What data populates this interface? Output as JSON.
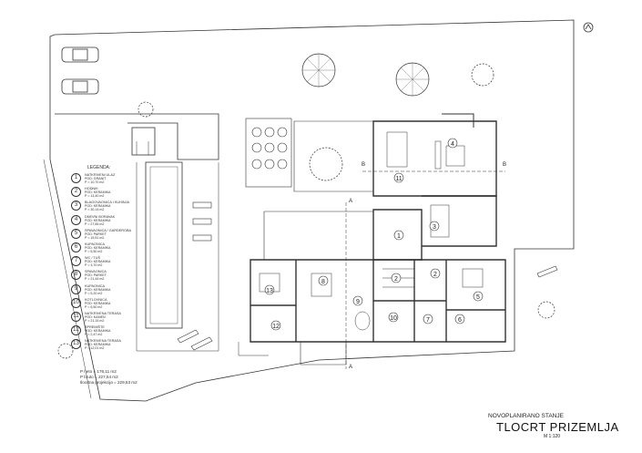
{
  "legend": {
    "title": "LEGENDA:",
    "items": [
      {
        "num": "1",
        "name": "NATKRIVENI ULAZ",
        "floor": "POD: GRANIT",
        "area": "P = 10,70 m2"
      },
      {
        "num": "2",
        "name": "HODNIK",
        "floor": "POD: KERAMIKA",
        "area": "P = 13,40 m2"
      },
      {
        "num": "3",
        "name": "BLAGOVAONICA I KUHINJA",
        "floor": "POD: KERAMIKA",
        "area": "P = 30,14 m2"
      },
      {
        "num": "4",
        "name": "DNEVNI BORAVAK",
        "floor": "POD: KERAMIKA",
        "area": "P = 27,85 m2"
      },
      {
        "num": "5",
        "name": "SPAVAONICA / GARDEROBA",
        "floor": "POD: PARKET",
        "area": "P = 15,51 m2"
      },
      {
        "num": "6",
        "name": "KUPAONICA",
        "floor": "POD: KERAMIKA",
        "area": "P = 5,50 m2"
      },
      {
        "num": "7",
        "name": "WC / TUŠ",
        "floor": "POD: KERAMIKA",
        "area": "P = 3,70 m2"
      },
      {
        "num": "8",
        "name": "SPAVAONICA",
        "floor": "POD: PARKET",
        "area": "P = 21,44 m2"
      },
      {
        "num": "9",
        "name": "KUPAONICA",
        "floor": "POD: KERAMIKA",
        "area": "P = 5,20 m2"
      },
      {
        "num": "10",
        "name": "KOTLOVNICA",
        "floor": "POD: KERAMIKA",
        "area": "P = 5,50 m2"
      },
      {
        "num": "11",
        "name": "NATKRIVENA TERASA",
        "floor": "POD: KAMEN",
        "area": "P = 21,15 m2"
      },
      {
        "num": "12",
        "name": "SPREMIŠTE",
        "floor": "POD: KERAMIKA",
        "area": "P = 2,47 m2"
      },
      {
        "num": "13",
        "name": "NATKRIVENA TERASA",
        "floor": "POD: KERAMIKA",
        "area": "P = 12,01 m2"
      }
    ]
  },
  "totals": {
    "net": "P neto   = 176,11 m2",
    "gross": "P bruto  = 227,54 m2",
    "projection": "tlocrtna projekcija  = 229,53 m2"
  },
  "title_block": {
    "subtitle": "NOVOPLANIRANO STANJE",
    "title": "TLOCRT  PRIZEMLJA",
    "scale": "M 1:120"
  },
  "section_marks": {
    "a": "A",
    "b": "B"
  }
}
